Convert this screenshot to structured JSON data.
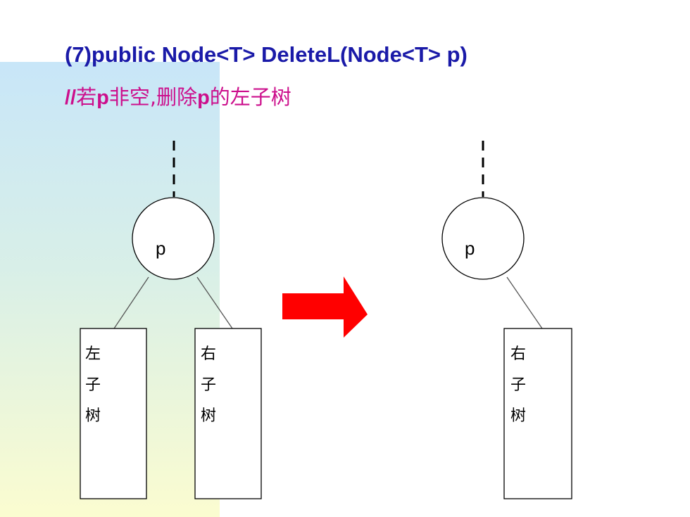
{
  "title": "(7)public Node<T> DeleteL(Node<T> p)",
  "comment": {
    "slashes": "//",
    "part1": "若",
    "p1": "p",
    "part2": "非空,删除",
    "p2": "p",
    "part3": "的左子树"
  },
  "before": {
    "node_label": "p",
    "left_subtree": [
      "左",
      "子",
      "树"
    ],
    "right_subtree": [
      "右",
      "子",
      "树"
    ]
  },
  "after": {
    "node_label": "p",
    "right_subtree": [
      "右",
      "子",
      "树"
    ]
  },
  "colors": {
    "title": "#1a1aa8",
    "comment": "#cc0f8c",
    "arrow": "#ff0000"
  }
}
